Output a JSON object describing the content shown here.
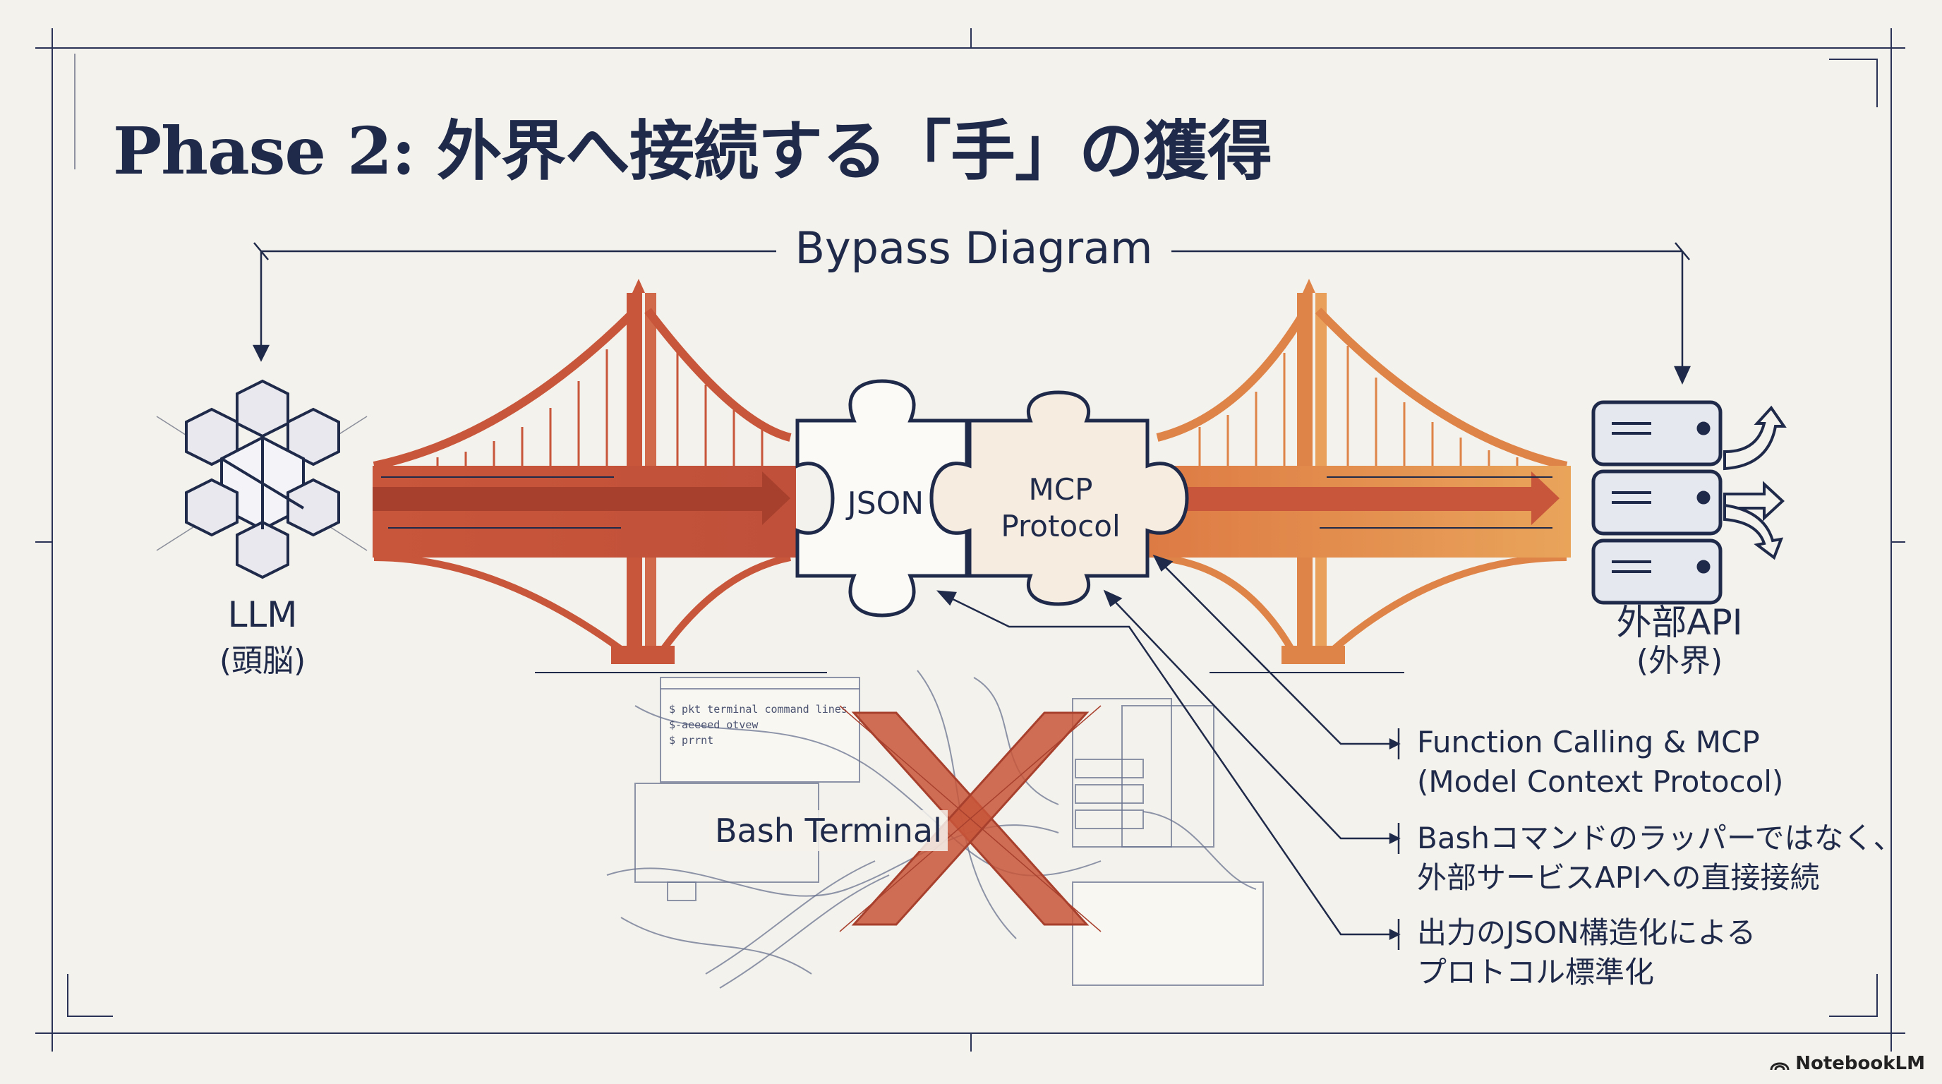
{
  "title": "Phase 2: 外界へ接続する「手」の獲得",
  "diagram_label": "Bypass Diagram",
  "nodes": {
    "llm": {
      "label": "LLM",
      "sub": "(頭脳)",
      "icon": "cube-network-icon"
    },
    "api": {
      "label": "外部API",
      "sub": "(外界)",
      "icon": "server-stack-icon"
    },
    "json_piece": {
      "label": "JSON"
    },
    "mcp_piece": {
      "label": "MCP\nProtocol"
    },
    "bash": {
      "label": "Bash Terminal",
      "status": "crossed-out"
    }
  },
  "terminal_text": [
    "$ pkt terminal command lines",
    "$-aeeeed otvew",
    "$ prrnt"
  ],
  "notes": [
    "Function Calling & MCP\n(Model Context Protocol)",
    "Bashコマンドのラッパーではなく、\n外部サービスAPIへの直接接続",
    "出力のJSON構造化による\nプロトコル標準化"
  ],
  "brand": "NotebookLM",
  "colors": {
    "ink": "#1f2a4a",
    "bridge_left": "#c8563a",
    "bridge_right": "#e0884a",
    "cross": "#c8563a",
    "background": "#f4f2ec"
  }
}
